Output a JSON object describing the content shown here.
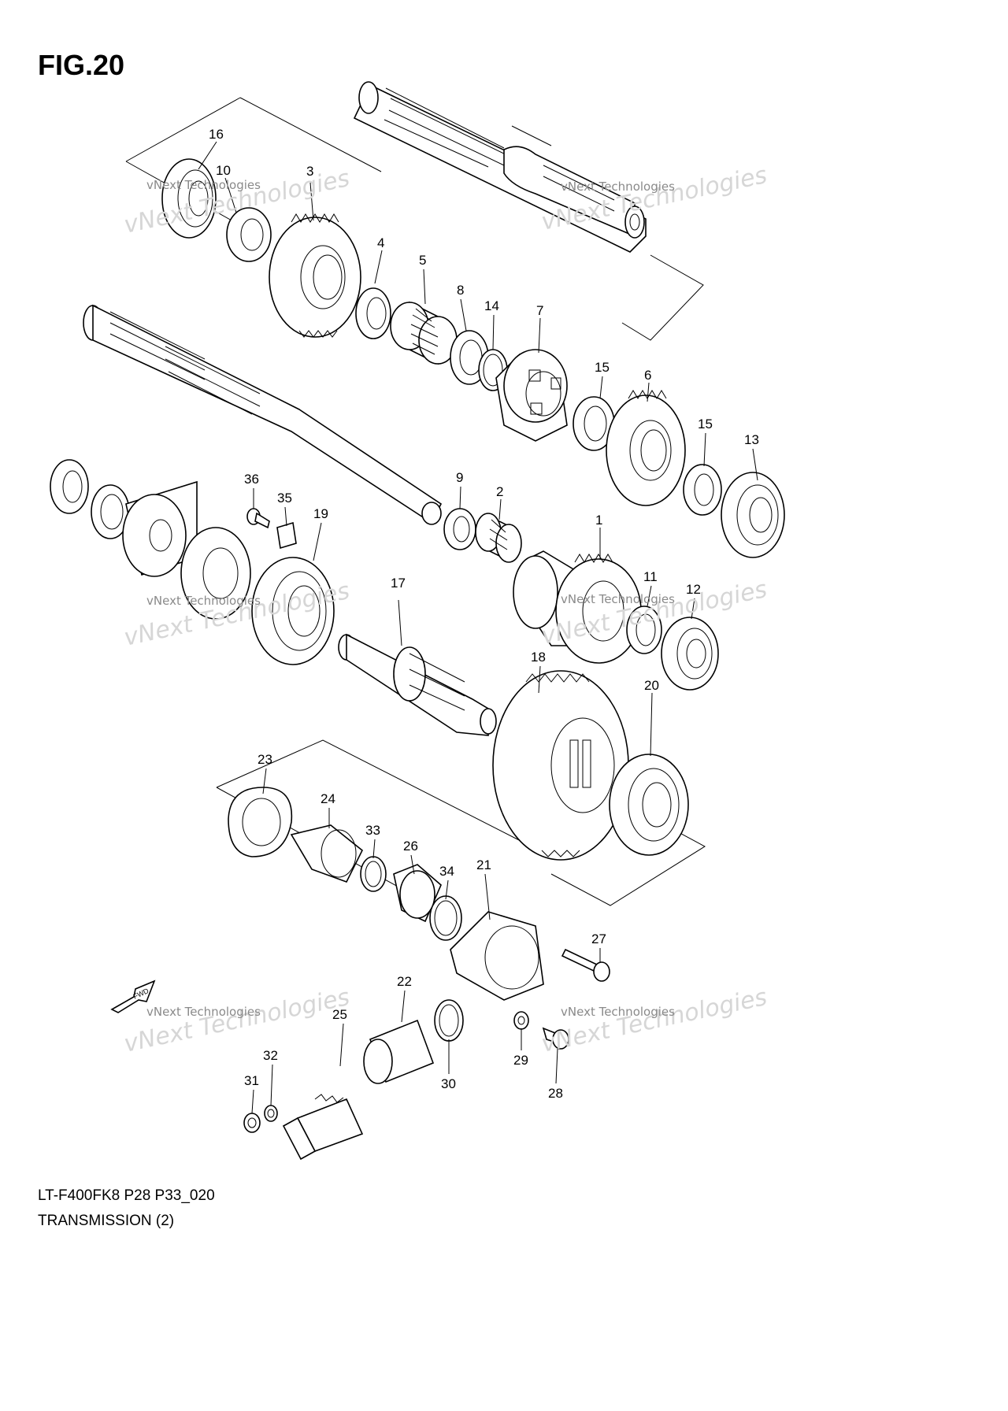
{
  "figure": {
    "title": "FIG.20"
  },
  "caption": {
    "model_code": "LT-F400FK8 P28 P33_020",
    "section_title": "TRANSMISSION (2)"
  },
  "direction_badge": {
    "text": "FWD"
  },
  "watermark": {
    "line1": "vNext Technologies",
    "line2": "vNext Technologies"
  },
  "callouts": [
    "16",
    "10",
    "3",
    "4",
    "5",
    "8",
    "14",
    "7",
    "15",
    "6",
    "15",
    "13",
    "36",
    "35",
    "19",
    "9",
    "2",
    "1",
    "11",
    "12",
    "17",
    "18",
    "20",
    "23",
    "24",
    "33",
    "26",
    "34",
    "21",
    "27",
    "22",
    "25",
    "30",
    "29",
    "28",
    "32",
    "31"
  ]
}
